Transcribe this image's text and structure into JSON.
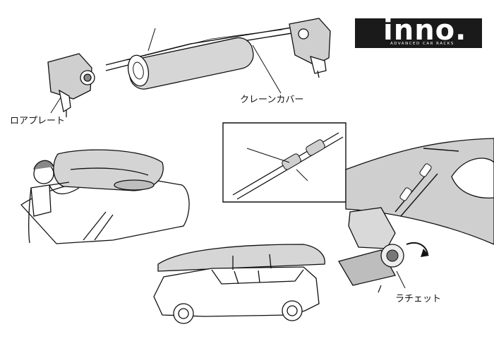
{
  "logo": {
    "word": "inno.",
    "tagline": "ADVANCED CAR RACKS"
  },
  "labels": {
    "crane_cover": "クレーンカバー",
    "rear_plate": "ロアプレート",
    "ratchet": "ラチェット"
  }
}
